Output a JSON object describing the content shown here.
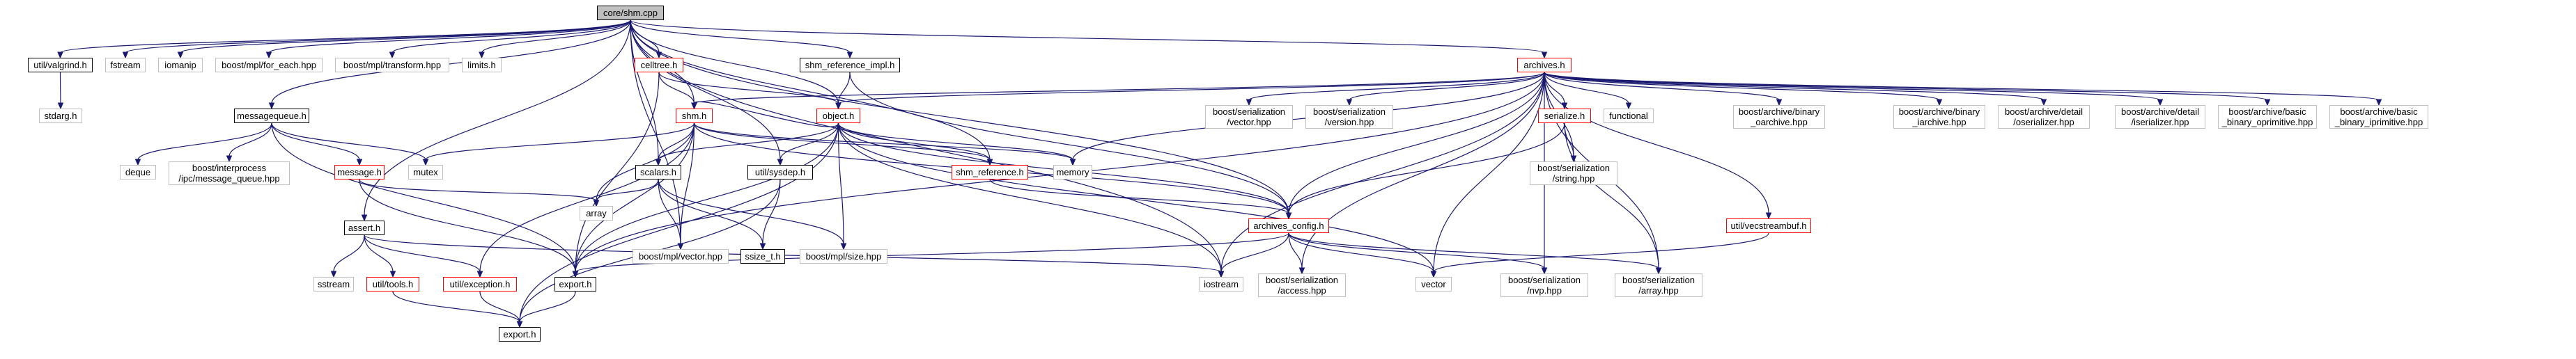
{
  "colors": {
    "edge": "#191970",
    "root_fill": "#bfbfbf",
    "plain_border": "#bfbfbf",
    "header_border": "#000000",
    "cyclic_border": "#ff0000"
  },
  "nodes": {
    "core_shm_cpp": "core/shm.cpp",
    "util_valgrind_h": "util/valgrind.h",
    "fstream": "fstream",
    "iomanip": "iomanip",
    "boost_mpl_for_each_hpp": "boost/mpl/for_each.hpp",
    "boost_mpl_transform_hpp": "boost/mpl/transform.hpp",
    "limits_h": "limits.h",
    "celltree_h": "celltree.h",
    "shm_reference_impl_h": "shm_reference_impl.h",
    "archives_h": "archives.h",
    "stdarg_h": "stdarg.h",
    "messagequeue_h": "messagequeue.h",
    "shm_h": "shm.h",
    "object_h": "object.h",
    "boost_serialization_vector_hpp": "boost/serialization\n/vector.hpp",
    "boost_serialization_version_hpp": "boost/serialization\n/version.hpp",
    "serialize_h": "serialize.h",
    "functional": "functional",
    "boost_archive_binary_oarchive_hpp": "boost/archive/binary\n_oarchive.hpp",
    "boost_archive_binary_iarchive_hpp": "boost/archive/binary\n_iarchive.hpp",
    "boost_archive_detail_oserializer_hpp": "boost/archive/detail\n/oserializer.hpp",
    "boost_archive_detail_iserializer_hpp": "boost/archive/detail\n/iserializer.hpp",
    "boost_archive_basic_binary_oprimitive_hpp": "boost/archive/basic\n_binary_oprimitive.hpp",
    "boost_archive_basic_binary_iprimitive_hpp": "boost/archive/basic\n_binary_iprimitive.hpp",
    "deque": "deque",
    "boost_interprocess_ipc_message_queue_hpp": "boost/interprocess\n/ipc/message_queue.hpp",
    "message_h": "message.h",
    "mutex": "mutex",
    "memory": "memory",
    "scalars_h": "scalars.h",
    "util_sysdep_h": "util/sysdep.h",
    "shm_reference_h": "shm_reference.h",
    "boost_serialization_string_hpp": "boost/serialization\n/string.hpp",
    "array": "array",
    "boost_mpl_vector_hpp": "boost/mpl/vector.hpp",
    "ssize_t_h": "ssize_t.h",
    "boost_mpl_size_hpp": "boost/mpl/size.hpp",
    "archives_config_h": "archives_config.h",
    "util_vecstreambuf_h": "util/vecstreambuf.h",
    "assert_h": "assert.h",
    "sstream": "sstream",
    "util_tools_h": "util/tools.h",
    "util_exception_h": "util/exception.h",
    "export_h_1": "export.h",
    "iostream": "iostream",
    "boost_serialization_access_hpp": "boost/serialization\n/access.hpp",
    "vector": "vector",
    "boost_serialization_nvp_hpp": "boost/serialization\n/nvp.hpp",
    "boost_serialization_array_hpp": "boost/serialization\n/array.hpp",
    "export_h_2": "export.h"
  },
  "edges": [
    [
      "core_shm_cpp",
      "util_valgrind_h"
    ],
    [
      "core_shm_cpp",
      "fstream"
    ],
    [
      "core_shm_cpp",
      "iomanip"
    ],
    [
      "core_shm_cpp",
      "boost_mpl_for_each_hpp"
    ],
    [
      "core_shm_cpp",
      "boost_mpl_transform_hpp"
    ],
    [
      "core_shm_cpp",
      "limits_h"
    ],
    [
      "core_shm_cpp",
      "celltree_h"
    ],
    [
      "core_shm_cpp",
      "shm_reference_impl_h"
    ],
    [
      "core_shm_cpp",
      "archives_h"
    ],
    [
      "core_shm_cpp",
      "messagequeue_h"
    ],
    [
      "core_shm_cpp",
      "shm_h"
    ],
    [
      "core_shm_cpp",
      "object_h"
    ],
    [
      "core_shm_cpp",
      "scalars_h"
    ],
    [
      "core_shm_cpp",
      "util_sysdep_h"
    ],
    [
      "core_shm_cpp",
      "shm_reference_h"
    ],
    [
      "core_shm_cpp",
      "boost_mpl_vector_hpp"
    ],
    [
      "core_shm_cpp",
      "archives_config_h"
    ],
    [
      "core_shm_cpp",
      "assert_h"
    ],
    [
      "core_shm_cpp",
      "iostream"
    ],
    [
      "util_valgrind_h",
      "stdarg_h"
    ],
    [
      "celltree_h",
      "shm_h"
    ],
    [
      "celltree_h",
      "object_h"
    ],
    [
      "celltree_h",
      "export_h_1"
    ],
    [
      "shm_reference_impl_h",
      "object_h"
    ],
    [
      "shm_reference_impl_h",
      "archives_config_h"
    ],
    [
      "messagequeue_h",
      "deque"
    ],
    [
      "messagequeue_h",
      "boost_interprocess_ipc_message_queue_hpp"
    ],
    [
      "messagequeue_h",
      "message_h"
    ],
    [
      "messagequeue_h",
      "mutex"
    ],
    [
      "messagequeue_h",
      "export_h_1"
    ],
    [
      "message_h",
      "array"
    ],
    [
      "message_h",
      "export_h_1"
    ],
    [
      "shm_h",
      "mutex"
    ],
    [
      "shm_h",
      "memory"
    ],
    [
      "shm_h",
      "scalars_h"
    ],
    [
      "shm_h",
      "array"
    ],
    [
      "shm_h",
      "shm_reference_h"
    ],
    [
      "shm_h",
      "util_exception_h"
    ],
    [
      "shm_h",
      "export_h_1"
    ],
    [
      "shm_h",
      "archives_config_h"
    ],
    [
      "shm_h",
      "boost_mpl_vector_hpp"
    ],
    [
      "object_h",
      "shm_h"
    ],
    [
      "object_h",
      "memory"
    ],
    [
      "object_h",
      "scalars_h"
    ],
    [
      "object_h",
      "util_sysdep_h"
    ],
    [
      "object_h",
      "shm_reference_h"
    ],
    [
      "object_h",
      "archives_config_h"
    ],
    [
      "object_h",
      "boost_mpl_size_hpp"
    ],
    [
      "object_h",
      "export_h_1"
    ],
    [
      "object_h",
      "iostream"
    ],
    [
      "object_h",
      "vector"
    ],
    [
      "object_h",
      "export_h_2"
    ],
    [
      "scalars_h",
      "array"
    ],
    [
      "scalars_h",
      "boost_mpl_vector_hpp"
    ],
    [
      "scalars_h",
      "ssize_t_h"
    ],
    [
      "scalars_h",
      "boost_mpl_size_hpp"
    ],
    [
      "util_sysdep_h",
      "ssize_t_h"
    ],
    [
      "util_sysdep_h",
      "export_h_2"
    ],
    [
      "shm_reference_h",
      "archives_config_h"
    ],
    [
      "archives_h",
      "shm_h"
    ],
    [
      "archives_h",
      "object_h"
    ],
    [
      "archives_h",
      "memory"
    ],
    [
      "archives_h",
      "boost_serialization_vector_hpp"
    ],
    [
      "archives_h",
      "boost_serialization_version_hpp"
    ],
    [
      "archives_h",
      "serialize_h"
    ],
    [
      "archives_h",
      "functional"
    ],
    [
      "archives_h",
      "boost_archive_binary_oarchive_hpp"
    ],
    [
      "archives_h",
      "boost_archive_binary_iarchive_hpp"
    ],
    [
      "archives_h",
      "boost_archive_detail_oserializer_hpp"
    ],
    [
      "archives_h",
      "boost_archive_detail_iserializer_hpp"
    ],
    [
      "archives_h",
      "boost_archive_basic_binary_oprimitive_hpp"
    ],
    [
      "archives_h",
      "boost_archive_basic_binary_iprimitive_hpp"
    ],
    [
      "archives_h",
      "boost_serialization_string_hpp"
    ],
    [
      "archives_h",
      "archives_config_h"
    ],
    [
      "archives_h",
      "util_vecstreambuf_h"
    ],
    [
      "archives_h",
      "export_h_1"
    ],
    [
      "archives_h",
      "iostream"
    ],
    [
      "archives_h",
      "boost_serialization_access_hpp"
    ],
    [
      "archives_h",
      "vector"
    ],
    [
      "archives_h",
      "boost_serialization_nvp_hpp"
    ],
    [
      "archives_h",
      "boost_serialization_array_hpp"
    ],
    [
      "serialize_h",
      "boost_serialization_string_hpp"
    ],
    [
      "serialize_h",
      "archives_config_h"
    ],
    [
      "serialize_h",
      "boost_serialization_array_hpp"
    ],
    [
      "archives_config_h",
      "export_h_1"
    ],
    [
      "archives_config_h",
      "iostream"
    ],
    [
      "archives_config_h",
      "boost_serialization_access_hpp"
    ],
    [
      "archives_config_h",
      "vector"
    ],
    [
      "archives_config_h",
      "boost_serialization_nvp_hpp"
    ],
    [
      "archives_config_h",
      "boost_serialization_array_hpp"
    ],
    [
      "util_vecstreambuf_h",
      "vector"
    ],
    [
      "assert_h",
      "sstream"
    ],
    [
      "assert_h",
      "util_tools_h"
    ],
    [
      "assert_h",
      "util_exception_h"
    ],
    [
      "assert_h",
      "iostream"
    ],
    [
      "util_tools_h",
      "export_h_2"
    ],
    [
      "util_exception_h",
      "export_h_2"
    ],
    [
      "export_h_1",
      "export_h_2"
    ]
  ]
}
